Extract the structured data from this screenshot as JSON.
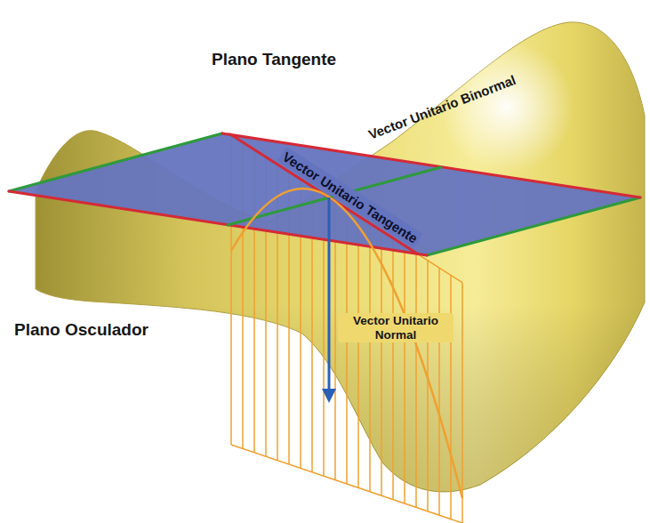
{
  "diagram": {
    "labels": [
      "Plano Tangente",
      "Vector Unitario Binormal",
      "Vector Unitario Tangente",
      "Plano Osculador",
      "Vector Unitario Normal"
    ]
  }
}
